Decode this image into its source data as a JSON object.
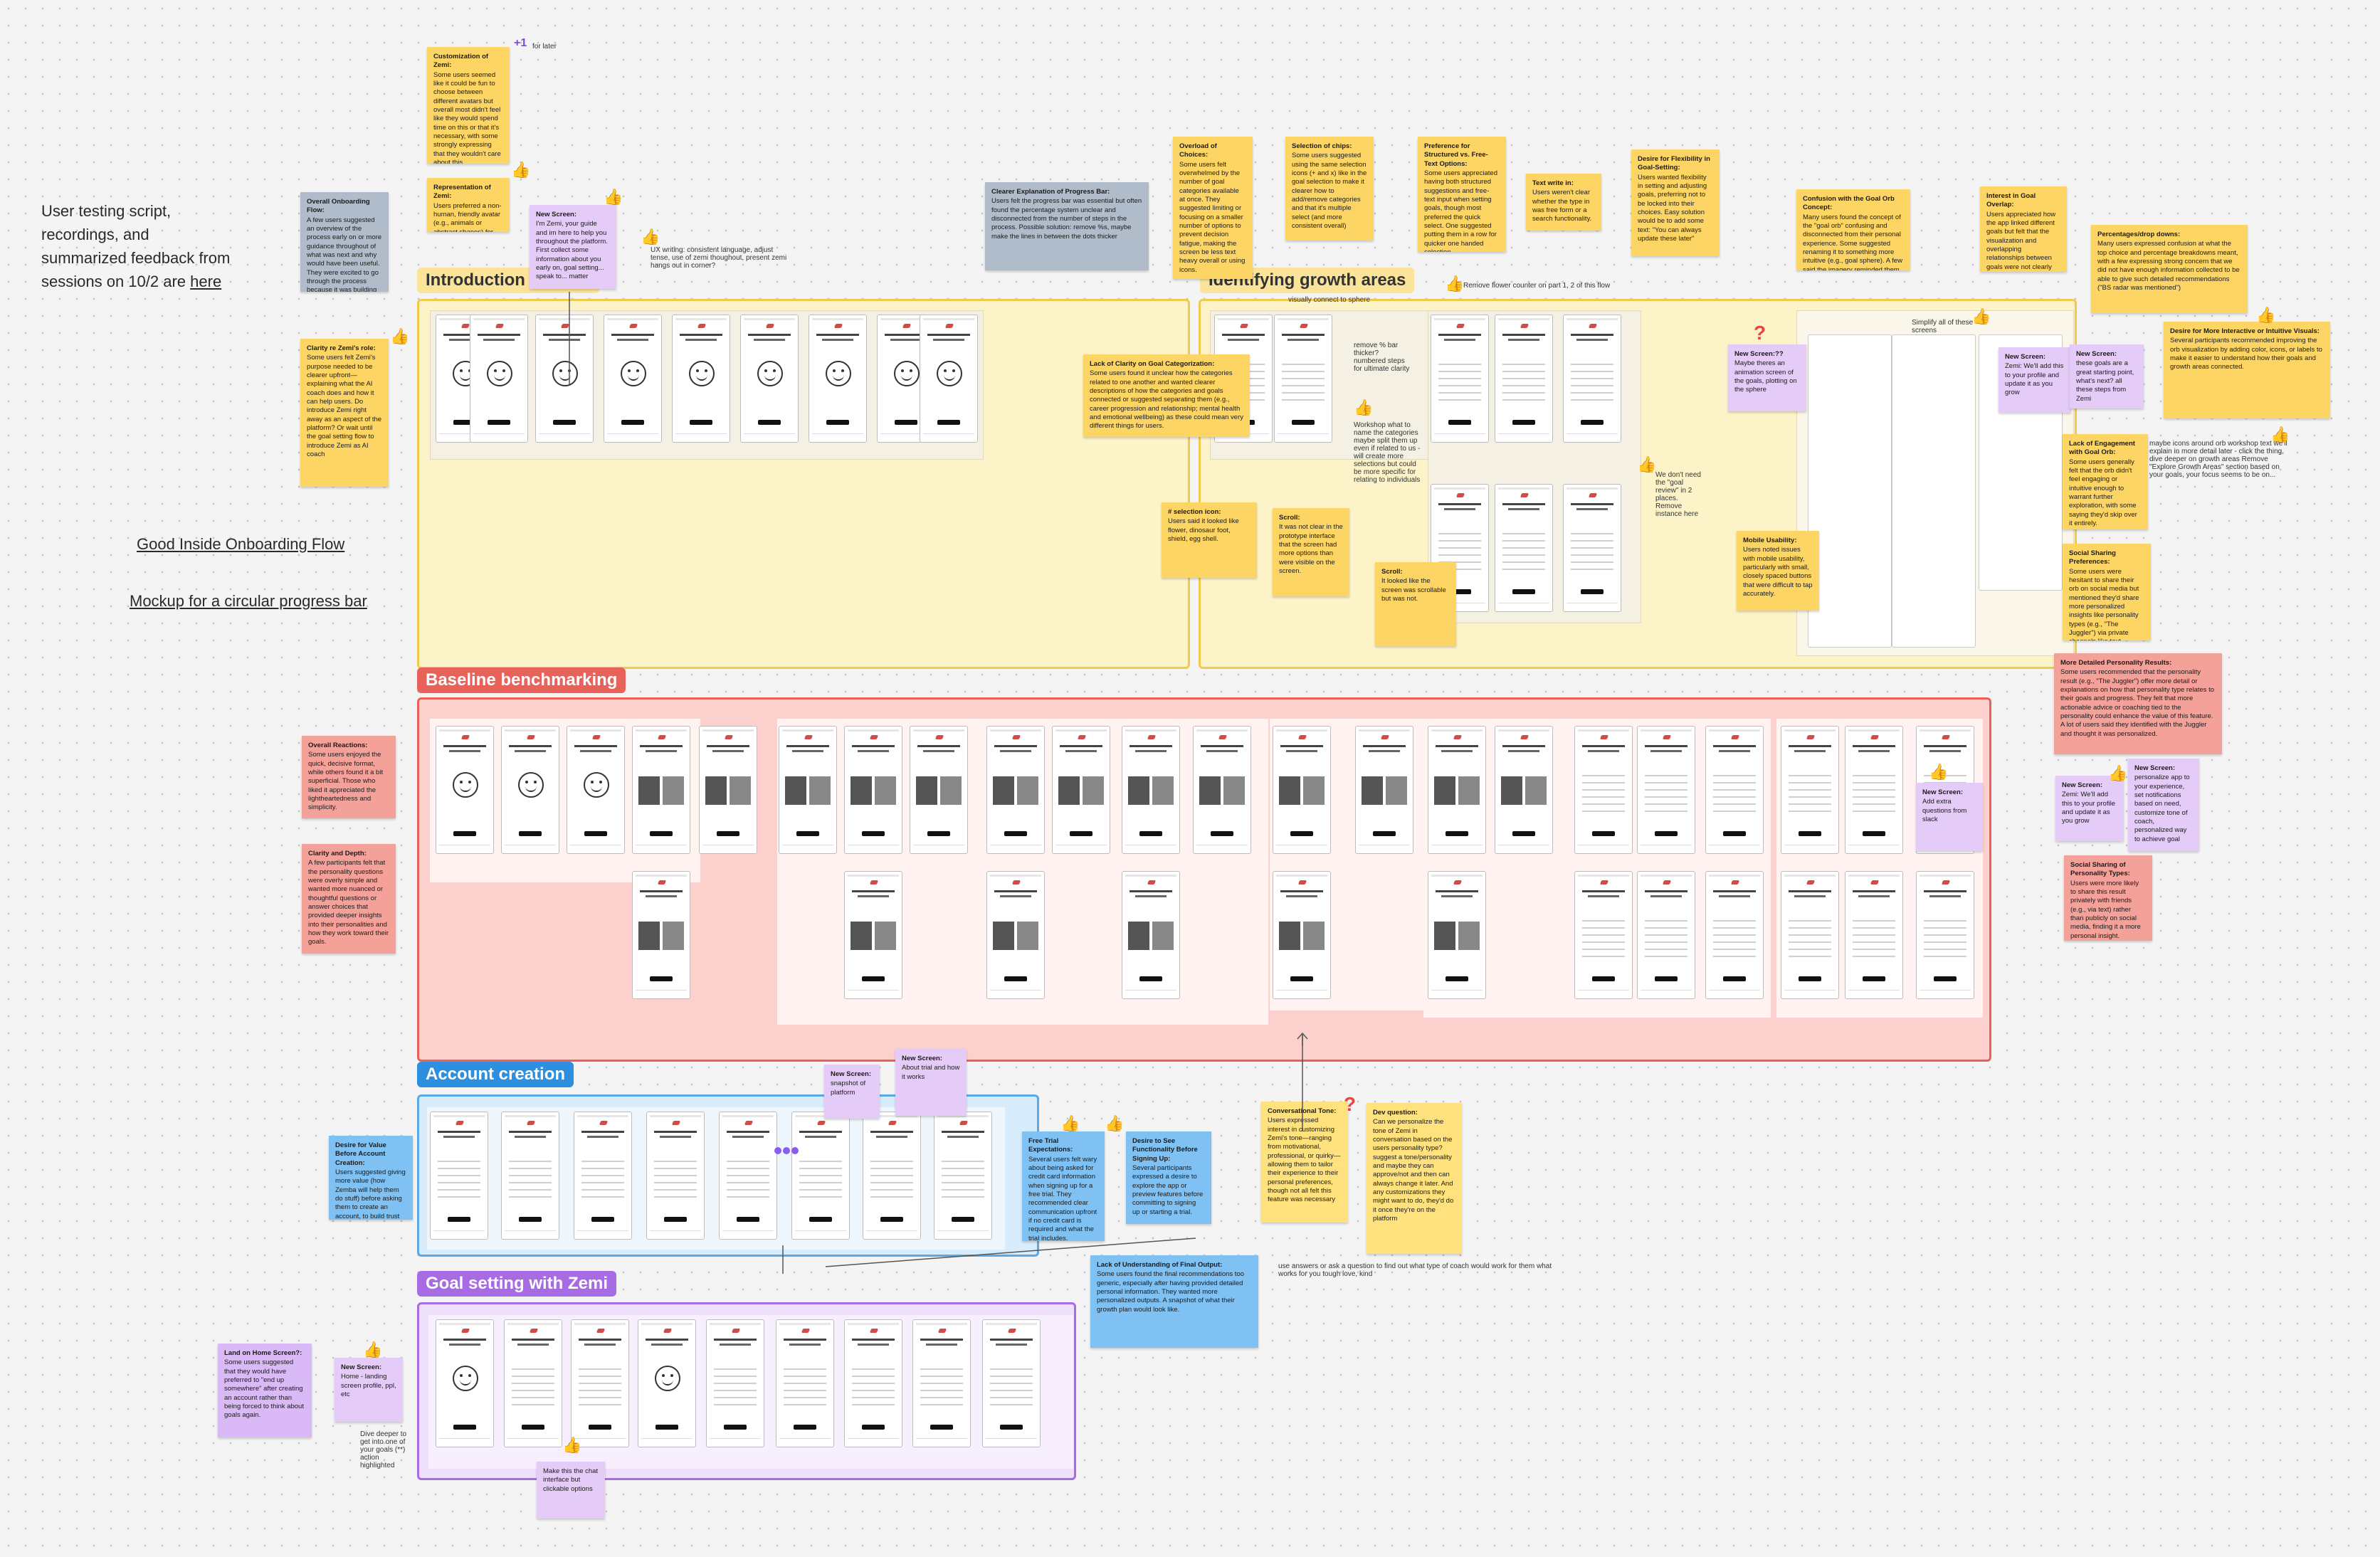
{
  "sidebar": {
    "intro_line1": "User testing script,",
    "intro_line2": "recordings, and",
    "intro_line3": "summarized feedback from",
    "intro_line4": "sessions on 10/2 are ",
    "intro_link": "here",
    "link_onboarding": "Good Inside Onboarding Flow",
    "link_mockup": "Mockup for a circular progress bar"
  },
  "sections": {
    "intro": "Introduction to Zemi",
    "growth": "Identifying growth areas",
    "baseline": "Baseline benchmarking",
    "account": "Account creation",
    "goal": "Goal setting with Zemi"
  },
  "notes": {
    "for_later": "for later",
    "ux_writing": "UX writing: consistent language, adjust tense, use of zemi thoughout, present zemi hangs out in corner?",
    "remove_flower": "Remove flower counter on part 1, 2 of this flow",
    "simplify": "Simplify all of these screens",
    "remove_bar": "remove % bar thicker? numbered steps for ultimate clarity",
    "workshop": "Workshop what to name the categories maybe split them up even if related to us - will create more selections but could be more specific for relating to individuals",
    "visually": "visually connect to sphere",
    "goal_review": "We don't need the \"goal review\" in 2 places. Remove instance here",
    "orb_explain": "maybe icons around orb workshop text we'll explain in more detail later - click the thing, dive deeper on growth areas Remove \"Explore Growth Areas\" section based on your goals, your focus seems to be on...",
    "use_answers": "use answers or ask a question to find out what type of coach would work for them what works for you tough love, kind",
    "chat_clickable": "Make this the chat interface but clickable options",
    "dive_deeper": "Dive deeper to get into one of your goals (**) action highlighted"
  },
  "stickies": [
    {
      "id": "customization",
      "title": "Customization of Zemi:",
      "body": "Some users seemed like it could be fun to choose between different avatars but overall most didn't feel like they would spend time on this or that it's necessary, with some strongly expressing that they wouldn't care about this"
    },
    {
      "id": "representation",
      "title": "Representation of Zemi:",
      "body": "Users preferred a non-human, friendly avatar (e.g., animals or abstract shapes) for Zemi"
    },
    {
      "id": "onboarding",
      "title": "Overall Onboarding Flow:",
      "body": "A few users suggested an overview of the process early on or more guidance throughout of what was next and why would have been useful. They were excited to go through the process because it was building curiosity"
    },
    {
      "id": "clarity_role",
      "title": "Clarity re Zemi's role:",
      "body": "Some users felt Zemi's purpose needed to be clearer upfront—explaining what the AI coach does and how it can help users. Do introduce Zemi right away as an aspect of the platform? Or wait until the goal setting flow to introduce Zemi as AI coach"
    },
    {
      "id": "new_screen_zemi",
      "title": "New Screen:",
      "body": "I'm Zemi, your guide and im here to help you throughout the platform. First collect some information about you early on, goal setting... speak to... matter"
    },
    {
      "id": "progress_bar",
      "title": "Clearer Explanation of Progress Bar:",
      "body": "Users felt the progress bar was essential but often found the percentage system unclear and disconnected from the number of steps in the process. Possible solution: remove %s, maybe make the lines in between the dots thicker"
    },
    {
      "id": "overload",
      "title": "Overload of Choices:",
      "body": "Some users felt overwhelmed by the number of goal categories available at once. They suggested limiting or focusing on a smaller number of options to prevent decision fatigue, making the screen be less text heavy overall or using icons."
    },
    {
      "id": "chips",
      "title": "Selection of chips:",
      "body": "Some users suggested using the same selection icons (+ and x) like in the goal selection to make it clearer how to add/remove categories and that it's multiple select (and more consistent overall)"
    },
    {
      "id": "structured",
      "title": "Preference for Structured vs. Free-Text Options:",
      "body": "Some users appreciated having both structured suggestions and free-text input when setting goals, though most preferred the quick select. One suggested putting them in a row for quicker one handed selection."
    },
    {
      "id": "text_write",
      "title": "Text write in:",
      "body": "Users weren't clear whether the type in was free form or a search functionality."
    },
    {
      "id": "flexibility",
      "title": "Desire for Flexibility in Goal-Setting:",
      "body": "Users wanted flexibility in setting and adjusting goals, preferring not to be locked into their choices. Easy solution would be to add some text: \"You can always update these later\""
    },
    {
      "id": "goal_orb",
      "title": "Confusion with the Goal Orb Concept:",
      "body": "Many users found the concept of the \"goal orb\" confusing and disconnected from their personal experience. Some suggested renaming it to something more intuitive (e.g., goal sphere). A few said the imagery reminded them of a petri dish with bacteria."
    },
    {
      "id": "interest_overlap",
      "title": "Interest in Goal Overlap:",
      "body": "Users appreciated how the app linked different goals but felt that the visualization and overlapping relationships between goals were not clearly presented or explained."
    },
    {
      "id": "percentages",
      "title": "Percentages/drop downs:",
      "body": "Many users expressed confusion at what the top choice and percentage breakdowns meant, with a few expressing strong concern that we did not have enough information collected to be able to give such detailed recommendations (\"BS radar was mentioned\")"
    },
    {
      "id": "interactive",
      "title": "Desire for More Interactive or Intuitive Visuals:",
      "body": "Several participants recommended improving the orb visualization by adding color, icons, or labels to make it easier to understand how their goals and growth areas connected."
    },
    {
      "id": "lack_clarity",
      "title": "Lack of Clarity on Goal Categorization:",
      "body": "Some users found it unclear how the categories related to one another and wanted clearer descriptions of how the categories and goals connected or suggested separating them (e.g., career progression and relationship; mental health and emotional wellbeing) as these could mean very different things for users."
    },
    {
      "id": "selection_icon",
      "title": "# selection icon:",
      "body": "Users said it looked like flower, dinosaur foot, shield, egg shell."
    },
    {
      "id": "scroll1",
      "title": "Scroll:",
      "body": "It was not clear in the prototype interface that the screen had more options than were visible on the screen."
    },
    {
      "id": "scroll2",
      "title": "Scroll:",
      "body": "It looked like the screen was scrollable but was not."
    },
    {
      "id": "new_screen_anim",
      "title": "New Screen:??",
      "body": "Maybe theres an animation screen of the goals, plotting on the sphere"
    },
    {
      "id": "new_screen_zemi_add",
      "title": "New Screen:",
      "body": "Zemi: We'll add this to your profile and update it as you grow"
    },
    {
      "id": "new_screen_goals",
      "title": "New Screen:",
      "body": "these goals are a great starting point, what's next? all these steps from Zemi"
    },
    {
      "id": "mobile_usability",
      "title": "Mobile Usability:",
      "body": "Users noted issues with mobile usability, particularly with small, closely spaced buttons that were difficult to tap accurately."
    },
    {
      "id": "engagement",
      "title": "Lack of Engagement with Goal Orb:",
      "body": "Some users generally felt that the orb didn't feel engaging or intuitive enough to warrant further exploration, with some saying they'd skip over it entirely."
    },
    {
      "id": "social_prefs",
      "title": "Social Sharing Preferences:",
      "body": "Some users were hesitant to share their orb on social media but mentioned they'd share more personalized insights like personality types (e.g., \"The Juggler\") via private channels like text."
    },
    {
      "id": "detailed_results",
      "title": "More Detailed Personality Results:",
      "body": "Some users recommended that the personality result (e.g., \"The Juggler\") offer more detail or explanations on how that personality type relates to their goals and progress. They felt that more actionable advice or coaching tied to the personality could enhance the value of this feature. A lot of users said they identified with the Juggler and thought it was personalized."
    },
    {
      "id": "overall_reactions",
      "title": "Overall Reactions:",
      "body": "Some users enjoyed the quick, decisive format, while others found it a bit superficial. Those who liked it appreciated the lightheartedness and simplicity."
    },
    {
      "id": "clarity_depth",
      "title": "Clarity and Depth:",
      "body": "A few participants felt that the personality questions were overly simple and wanted more nuanced or thoughtful questions or answer choices that provided deeper insights into their personalities and how they work toward their goals."
    },
    {
      "id": "new_screen_extra",
      "title": "New Screen:",
      "body": "Add extra questions from slack"
    },
    {
      "id": "new_screen_profile",
      "title": "New Screen:",
      "body": "Zemi: We'll add this to your profile and update it as you grow"
    },
    {
      "id": "new_screen_personalize",
      "title": "New Screen:",
      "body": "personalize app to your experience, set notifications based on need, customize tone of coach, personalized way to achieve goal"
    },
    {
      "id": "social_types",
      "title": "Social Sharing of Personality Types:",
      "body": "Users were more likely to share this result privately with friends (e.g., via text) rather than publicly on social media, finding it a more personal insight."
    },
    {
      "id": "new_screen_snapshot",
      "title": "New Screen:",
      "body": "snapshot of platform"
    },
    {
      "id": "new_screen_trial",
      "title": "New Screen:",
      "body": "About trial and how it works"
    },
    {
      "id": "value_before",
      "title": "Desire for Value Before Account Creation:",
      "body": "Users suggested giving more value (how Zemba will help them do stuff) before asking them to create an account, to build trust before committing."
    },
    {
      "id": "free_trial",
      "title": "Free Trial Expectations:",
      "body": "Several users felt wary about being asked for credit card information when signing up for a free trial. They recommended clear communication upfront if no credit card is required and what the trial includes."
    },
    {
      "id": "see_functionality",
      "title": "Desire to See Functionality Before Signing Up:",
      "body": "Several participants expressed a desire to explore the app or preview features before committing to signing up or starting a trial."
    },
    {
      "id": "conversational_tone",
      "title": "Conversational Tone:",
      "body": "Users expressed interest in customizing Zemi's tone—ranging from motivational, professional, or quirky—allowing them to tailor their experience to their personal preferences, though not all felt this feature was necessary"
    },
    {
      "id": "dev_question",
      "title": "Dev question:",
      "body": "Can we personalize the tone of Zemi in conversation based on the users personality type? suggest a tone/personality and maybe they can approve/not and then can always change it later. And any customizations they might want to do, they'd do it once they're on the platform"
    },
    {
      "id": "lack_understanding",
      "title": "Lack of Understanding of Final Output:",
      "body": "Some users found the final recommendations too generic, especially after having provided detailed personal information. They wanted more personalized outputs. A snapshot of what their growth plan would look like."
    },
    {
      "id": "land_home",
      "title": "Land on Home Screen?:",
      "body": "Some users suggested that they would have preferred to \"end up somewhere\" after creating an account rather than being forced to think about goals again."
    },
    {
      "id": "new_screen_home",
      "title": "New Screen:",
      "body": "Home - landing screen profile, ppl, etc"
    }
  ]
}
